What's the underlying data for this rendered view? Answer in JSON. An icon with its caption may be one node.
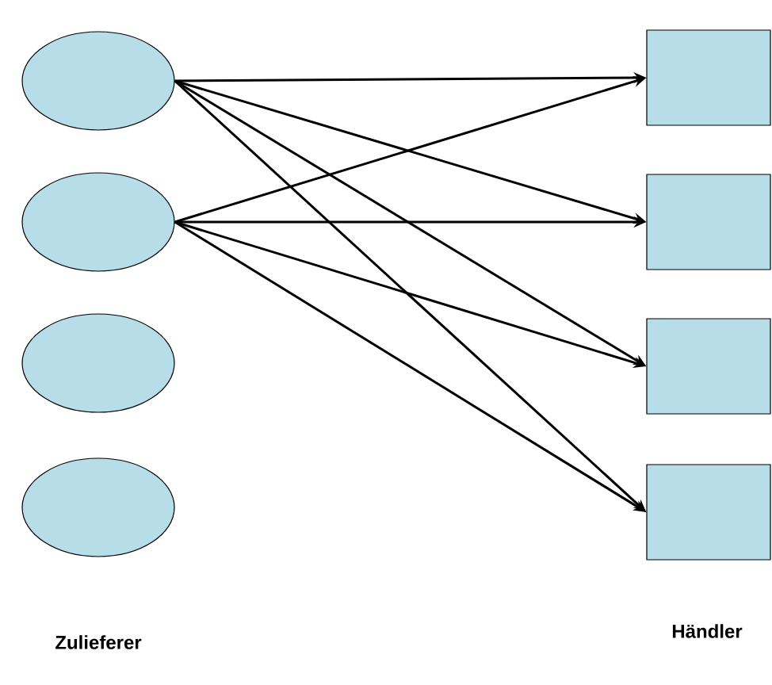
{
  "diagram": {
    "nodes": [
      {
        "text": [],
        "shape": "ellipse"
      },
      {
        "text": [],
        "shape": "ellipse"
      },
      {
        "text": [],
        "shape": "ellipse"
      },
      {
        "text": [],
        "shape": "ellipse"
      },
      {
        "text": [],
        "shape": "box"
      },
      {
        "text": [],
        "shape": "box"
      },
      {
        "text": [],
        "shape": "box"
      },
      {
        "text": [],
        "shape": "box"
      }
    ],
    "edges": [
      {
        "from": 0,
        "to": 4,
        "arrow": "to"
      },
      {
        "from": 0,
        "to": 5,
        "arrow": "to"
      },
      {
        "from": 0,
        "to": 6,
        "arrow": "to"
      },
      {
        "from": 0,
        "to": 7,
        "arrow": "to"
      },
      {
        "from": 1,
        "to": 4,
        "arrow": "to"
      },
      {
        "from": 1,
        "to": 5,
        "arrow": "to"
      },
      {
        "from": 1,
        "to": 6,
        "arrow": "to"
      },
      {
        "from": 1,
        "to": 7,
        "arrow": "to"
      }
    ],
    "labels": [
      "Zulieferer",
      "Händler"
    ]
  }
}
